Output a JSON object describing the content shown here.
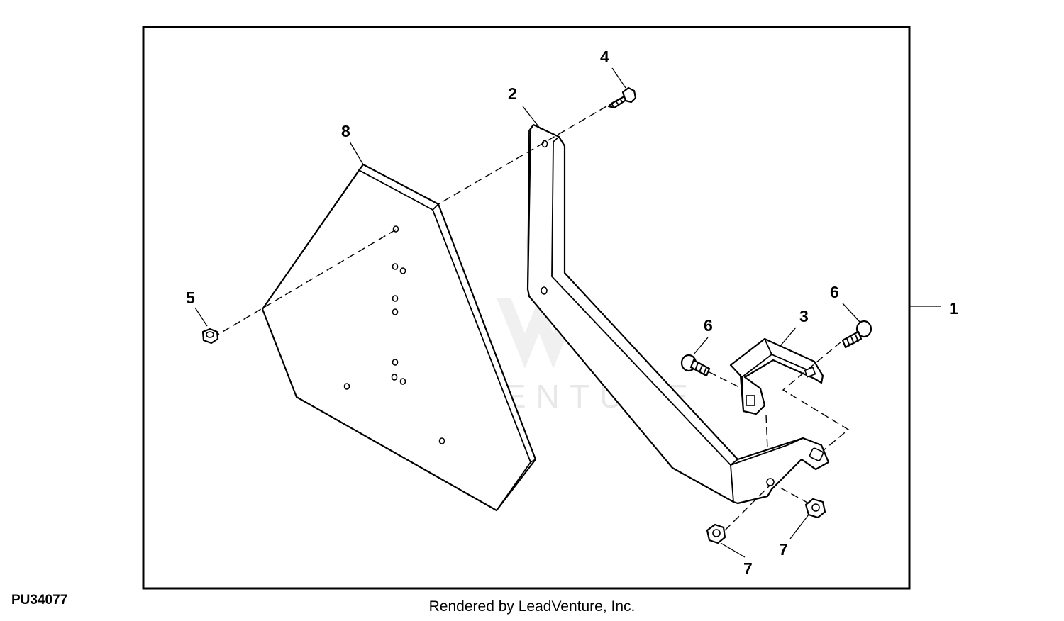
{
  "figure_id": "PU34077",
  "credit": "Rendered by LeadVenture, Inc.",
  "watermark": "LEADVENTURE",
  "callouts": {
    "c1": "1",
    "c2": "2",
    "c3": "3",
    "c4": "4",
    "c5": "5",
    "c6a": "6",
    "c6b": "6",
    "c7a": "7",
    "c7b": "7",
    "c8": "8"
  }
}
